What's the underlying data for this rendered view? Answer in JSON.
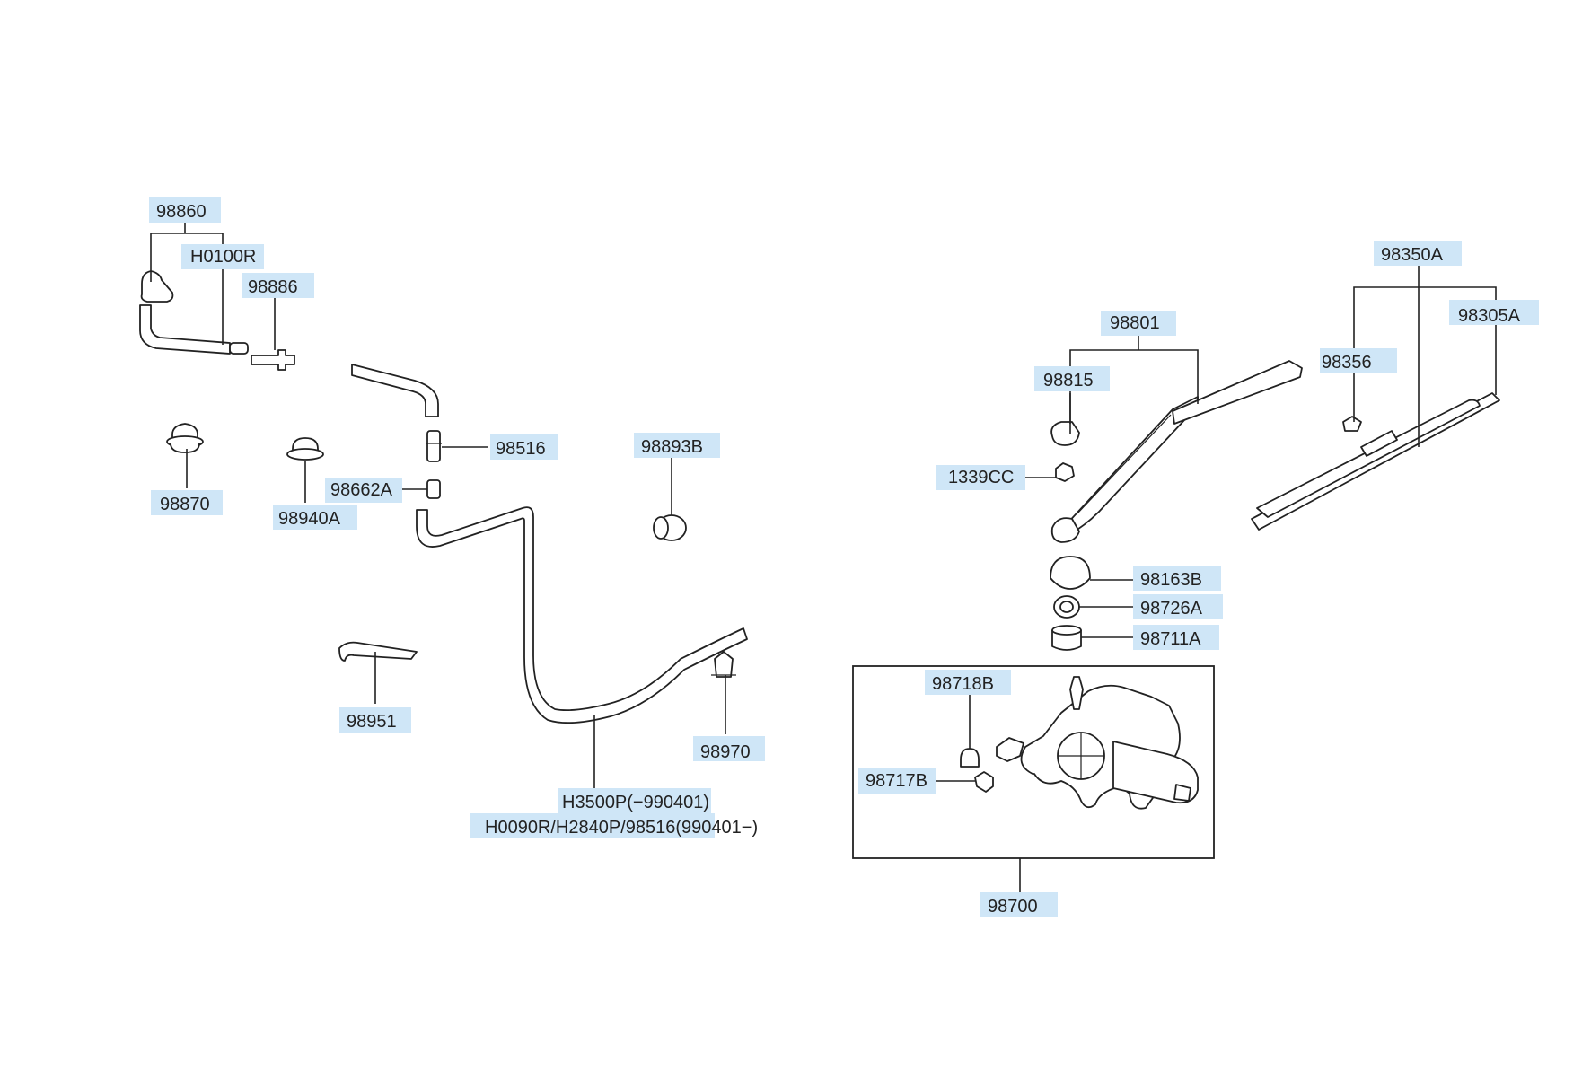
{
  "labels": {
    "p98860": "98860",
    "h0100r": "H0100R",
    "p98886": "98886",
    "p98870": "98870",
    "p98940a": "98940A",
    "p98516": "98516",
    "p98662a": "98662A",
    "p98893b": "98893B",
    "p98951": "98951",
    "p98970": "98970",
    "h3500p": "H3500P(−990401)",
    "h0090r": "H0090R/H2840P/98516(990401−)",
    "p98801": "98801",
    "p98815": "98815",
    "p1339cc": "1339CC",
    "p98350a": "98350A",
    "p98305a": "98305A",
    "p98356": "98356",
    "p98163b": "98163B",
    "p98726a": "98726A",
    "p98711a": "98711A",
    "p98718b": "98718B",
    "p98717b": "98717B",
    "p98700": "98700"
  },
  "colors": {
    "label_highlight": "#cfe6f7",
    "line": "#222222"
  }
}
